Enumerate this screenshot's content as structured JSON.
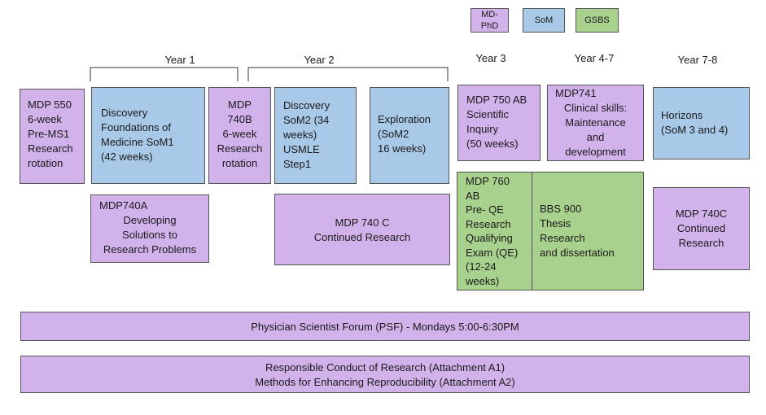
{
  "legend": {
    "mdphd": "MD-\nPhD",
    "som": "SoM",
    "gsbs": "GSBS"
  },
  "years": {
    "y1": "Year 1",
    "y2": "Year 2",
    "y3": "Year 3",
    "y47": "Year 4-7",
    "y78": "Year 7-8"
  },
  "boxes": {
    "mdp550": [
      "MDP 550",
      "6-week",
      "Pre-MS1",
      "Research",
      "rotation"
    ],
    "discovery_som1": [
      "Discovery",
      "Foundations of",
      "Medicine SoM1",
      "(42 weeks)"
    ],
    "mdp740b": [
      "MDP",
      "740B",
      "6-week",
      "Research",
      "rotation"
    ],
    "discovery_som2": [
      "Discovery",
      "SoM2 (34",
      "weeks)",
      "USMLE",
      "Step1"
    ],
    "exploration": [
      "Exploration",
      "(SoM2",
      "16 weeks)"
    ],
    "mdp750": [
      "MDP 750 AB",
      "Scientific",
      "Inquiry",
      "(50 weeks)"
    ],
    "mdp741": [
      "MDP741",
      "Clinical skills:",
      "Maintenance",
      "and",
      "development"
    ],
    "horizons": [
      "Horizons",
      "(SoM 3 and 4)"
    ],
    "mdp740a": [
      "MDP740A",
      "Developing",
      "Solutions to",
      "Research Problems"
    ],
    "mdp740c_mid": [
      "MDP 740 C",
      "Continued Research"
    ],
    "mdp760": [
      "MDP 760",
      "AB",
      "Pre- QE",
      "Research",
      "Qualifying",
      "Exam (QE)",
      "(12-24",
      "weeks)"
    ],
    "bbs900": [
      "BBS 900",
      "Thesis",
      "Research",
      "and dissertation"
    ],
    "mdp740c_right": [
      "MDP 740C",
      "Continued",
      "Research"
    ]
  },
  "bars": {
    "psf": "Physician Scientist Forum (PSF) - Mondays 5:00-6:30PM",
    "rcr_line1": "Responsible Conduct of  Research  (Attachment A1)",
    "rcr_line2": "Methods for Enhancing Reproducibility  (Attachment A2)"
  },
  "colors": {
    "purple": "#d2b2ea",
    "blue": "#a9c9e9",
    "green": "#a9d18e"
  }
}
